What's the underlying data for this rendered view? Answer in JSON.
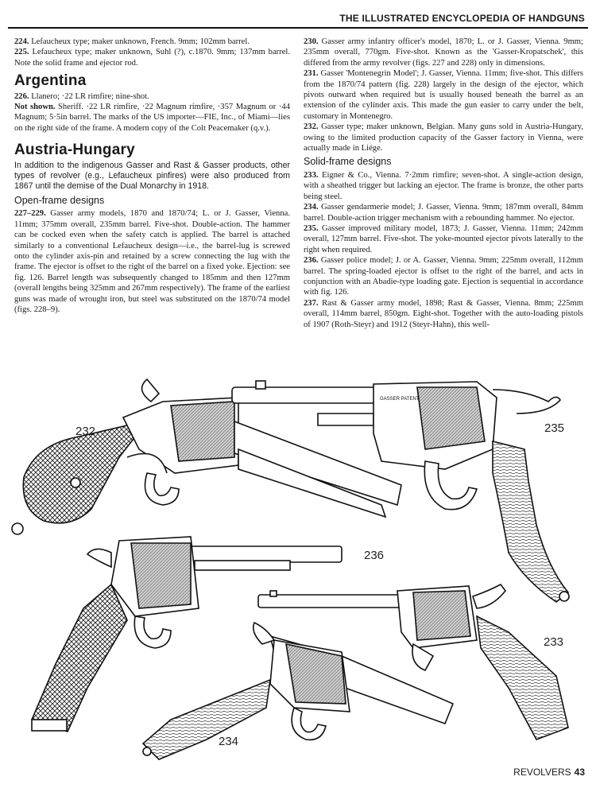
{
  "header": {
    "title": "THE ILLUSTRATED ENCYCLOPEDIA OF HANDGUNS"
  },
  "left": {
    "e224_num": "224.",
    "e224_text": " Lefaucheux type; maker unknown, French. 9mm; 102mm barrel.",
    "e225_num": "225.",
    "e225_text": " Lefaucheux type; maker unknown, Suhl (?), c.1870. 9mm; 137mm barrel. Note the solid frame and ejector rod.",
    "argentina_heading": "Argentina",
    "e226_num": "226.",
    "e226_text": " Llanero; ·22 LR rimfire; nine-shot.",
    "notshown_label": "Not shown.",
    "notshown_text": " Sheriff. ·22 LR rimfire, ·22 Magnum rimfire, ·357 Magnum or ·44 Magnum; 5·5in barrel. The marks of the US importer—FIE, Inc., of Miami—lies on the right side of the frame. A modern copy of the Colt Peacemaker (q.v.).",
    "austria_heading": "Austria-Hungary",
    "austria_intro": "In addition to the indigenous Gasser and Rast & Gasser products, other types of revolver (e.g., Lefaucheux pinfires) were also produced from 1867 until the demise of the Dual Monarchy in 1918.",
    "openframe_heading": "Open-frame designs",
    "e227_num": "227–229.",
    "e227_text": " Gasser army models, 1870 and 1870/74; L. or J. Gasser, Vienna. 11mm; 375mm overall, 235mm barrel. Five-shot. Double-action. The hammer can be cocked even when the safety catch is applied. The barrel is attached similarly to a conventional Lefaucheux design—i.e., the barrel-lug is screwed onto the cylinder axis-pin and retained by a screw connecting the lug with the frame. The ejector is offset to the right of the barrel on a fixed yoke. Ejection: see fig. 126. Barrel length was subsequently changed to 185mm and then 127mm (overall lengths being 325mm and 267mm respectively). The frame of the earliest guns was made of wrought iron, but steel was substituted on the 1870/74 model (figs. 228–9)."
  },
  "right": {
    "e230_num": "230.",
    "e230_text": " Gasser army infantry officer's model, 1870; L. or J. Gasser, Vienna. 9mm; 235mm overall, 770gm. Five-shot. Known as the 'Gasser-Kropatschek', this differed from the army revolver (figs. 227 and 228) only in dimensions.",
    "e231_num": "231.",
    "e231_text": " Gasser 'Montenegrin Model'; J. Gasser, Vienna. 11mm; five-shot. This differs from the 1870/74 pattern (fig. 228) largely in the design of the ejector, which pivots outward when required but is usually housed beneath the barrel as an extension of the cylinder axis. This made the gun easier to carry under the belt, customary in Montenegro.",
    "e232_num": "232.",
    "e232_text": " Gasser type; maker unknown, Belgian. Many guns sold in Austria-Hungary, owing to the limited production capacity of the Gasser factory in Vienna, were actually made in Liége.",
    "solidframe_heading": "Solid-frame designs",
    "e233_num": "233.",
    "e233_text": " Eigner & Co., Vienna. 7·2mm rimfire; seven-shot. A single-action design, with a sheathed trigger but lacking an ejector. The frame is bronze, the other parts being steel.",
    "e234_num": "234.",
    "e234_text": " Gasser gendarmerie model; J. Gasser, Vienna. 9mm; 187mm overall, 84mm barrel. Double-action trigger mechanism with a rebounding hammer. No ejector.",
    "e235_num": "235.",
    "e235_text": " Gasser improved military model, 1873; J. Gasser, Vienna. 11mm; 242mm overall, 127mm barrel. Five-shot. The yoke-mounted ejector pivots laterally to the right when required.",
    "e236_num": "236.",
    "e236_text": " Gasser police model; J. or A. Gasser, Vienna. 9mm; 225mm overall, 112mm barrel. The spring-loaded ejector is offset to the right of the barrel, and acts in conjunction with an Abadie-type loading gate. Ejection is sequential in accordance with fig. 126.",
    "e237_num": "237.",
    "e237_text": " Rast & Gasser army model, 1898; Rast & Gasser, Vienna. 8mm; 225mm overall, 114mm barrel, 850gm. Eight-shot. Together with the auto-loading pistols of 1907 (Roth-Steyr) and 1912 (Steyr-Hahn), this well-"
  },
  "figures": {
    "label_232": "232",
    "label_235": "235",
    "label_236": "236",
    "label_233": "233",
    "label_234": "234",
    "engraving_235": "GASSER PATENT"
  },
  "footer": {
    "section": "REVOLVERS",
    "page": "43"
  }
}
